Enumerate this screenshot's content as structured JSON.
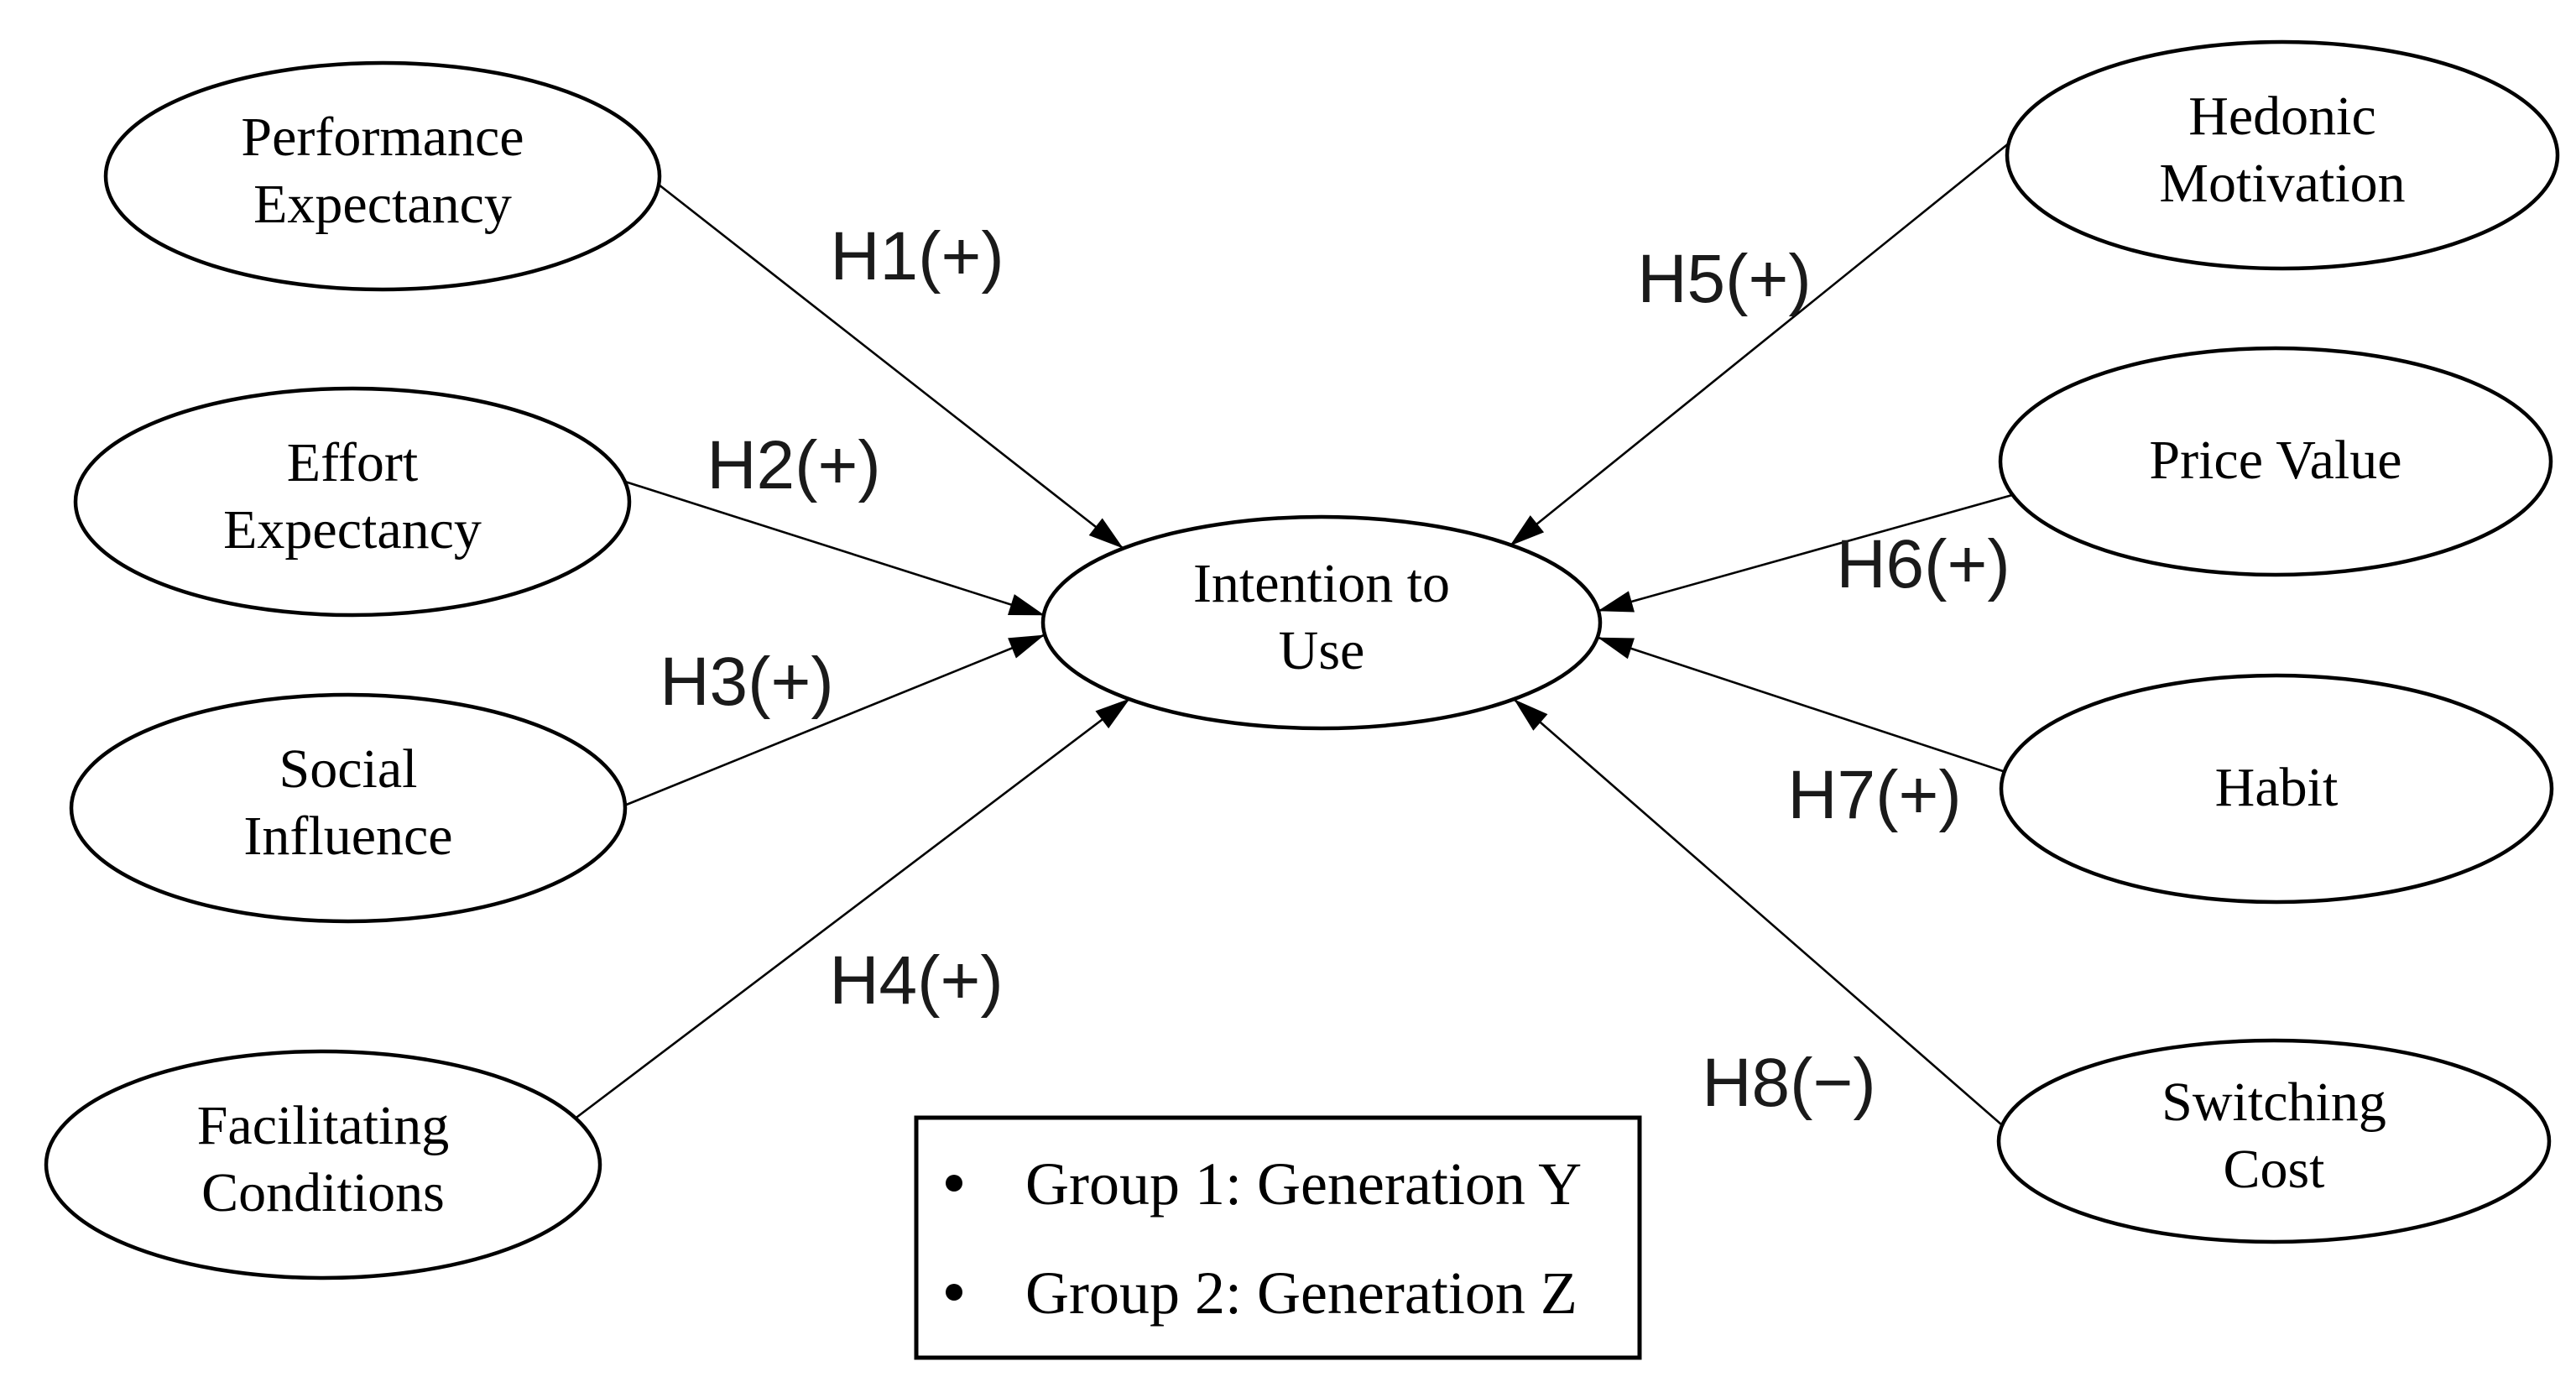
{
  "figure": {
    "background_color": "#ffffff",
    "ink_color": "#000000",
    "type": "structural-model-diagram"
  },
  "nodes": {
    "performance_expectancy": {
      "line1": "Performance",
      "line2": "Expectancy"
    },
    "effort_expectancy": {
      "line1": "Effort",
      "line2": "Expectancy"
    },
    "social_influence": {
      "line1": "Social",
      "line2": "Influence"
    },
    "facilitating_conditions": {
      "line1": "Facilitating",
      "line2": "Conditions"
    },
    "intention_to_use": {
      "line1": "Intention to",
      "line2": "Use"
    },
    "hedonic_motivation": {
      "line1": "Hedonic",
      "line2": "Motivation"
    },
    "price_value": {
      "line1": "Price Value"
    },
    "habit": {
      "line1": "Habit"
    },
    "switching_cost": {
      "line1": "Switching",
      "line2": "Cost"
    }
  },
  "hypotheses": {
    "h1": "H1(+)",
    "h2": "H2(+)",
    "h3": "H3(+)",
    "h4": "H4(+)",
    "h5": "H5(+)",
    "h6": "H6(+)",
    "h7": "H7(+)",
    "h8": "H8(−)"
  },
  "legend": {
    "bullet": "•",
    "items": [
      "Group 1: Generation Y",
      "Group 2: Generation Z"
    ]
  }
}
